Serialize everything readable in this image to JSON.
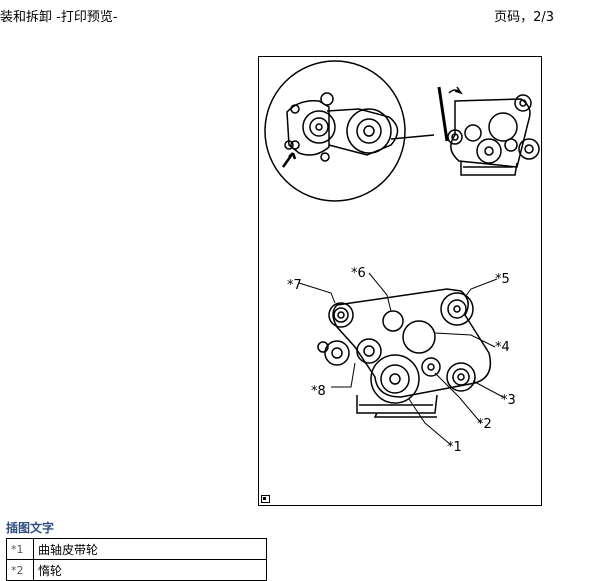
{
  "header": {
    "left_title": "装和拆卸 -打印预览-",
    "page_label": "页码，2/3"
  },
  "figure": {
    "callouts": [
      "*1",
      "*2",
      "*3",
      "*4",
      "*5",
      "*6",
      "*7",
      "*8"
    ]
  },
  "legend": {
    "title": "插图文字",
    "rows": [
      {
        "key": "*1",
        "text": "曲轴皮带轮"
      },
      {
        "key": "*2",
        "text": "惰轮"
      }
    ]
  }
}
